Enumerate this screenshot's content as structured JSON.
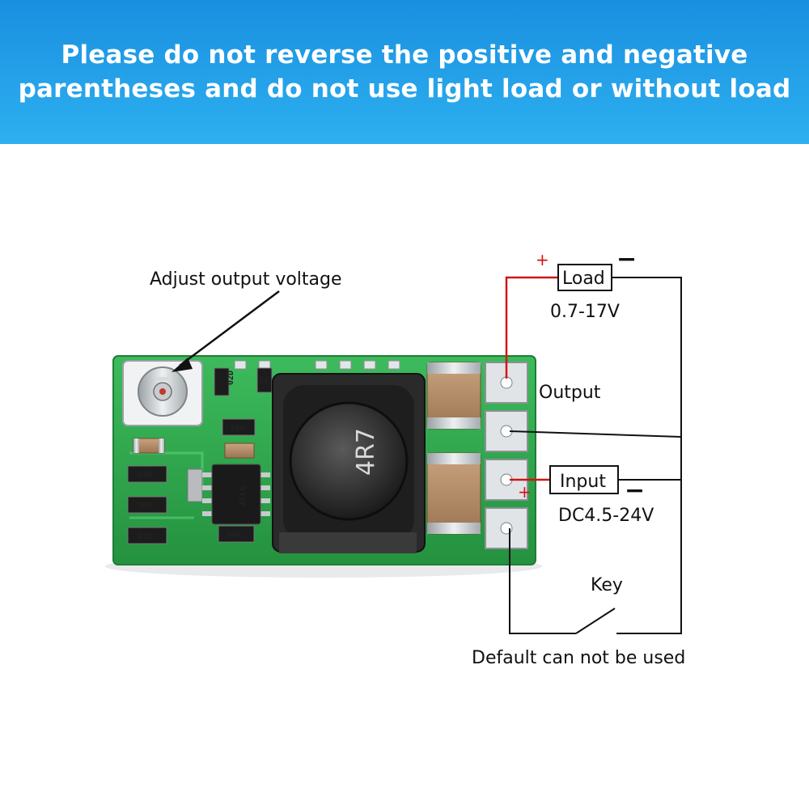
{
  "banner": {
    "line1": "Please do not reverse the positive and negative",
    "line2": "parentheses and do not use light load or without load"
  },
  "labels": {
    "adjust": "Adjust output voltage",
    "load": "Load",
    "load_range": "0.7-17V",
    "output": "Output",
    "input": "Input",
    "input_range": "DC4.5-24V",
    "key": "Key",
    "default_note": "Default can not be used",
    "plus_load": "+",
    "minus_load": "−",
    "plus_input": "+",
    "minus_input": "−"
  },
  "board_marks": {
    "inductor": "4R7",
    "ic": "ACCG",
    "r1": "84B",
    "r2": "30E",
    "r3": "85C",
    "r4": "30X",
    "r5": "30D",
    "r6": "02D",
    "r7": "58"
  },
  "colors": {
    "banner_top": "#1a8fe0",
    "banner_bottom": "#2db0f0",
    "pcb": "#2fa84f",
    "wire_positive": "#d41414",
    "wire": "#111111"
  }
}
